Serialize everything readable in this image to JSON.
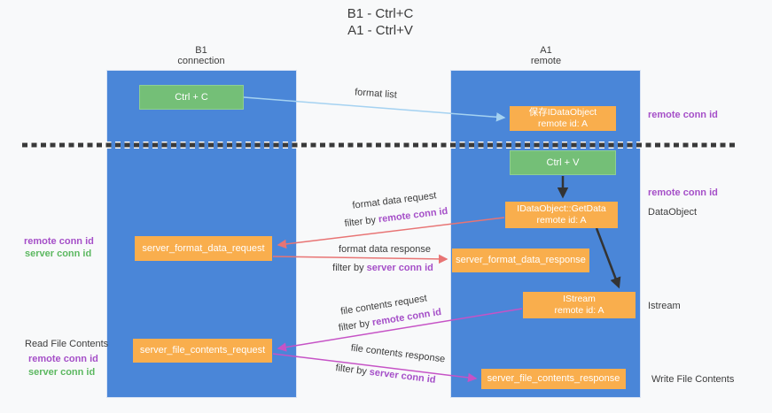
{
  "title": {
    "line1": "B1 - Ctrl+C",
    "line2": "A1 - Ctrl+V"
  },
  "lanes": {
    "left": {
      "name": "B1",
      "subtitle": "connection"
    },
    "right": {
      "name": "A1",
      "subtitle": "remote"
    }
  },
  "nodes": {
    "ctrl_c": {
      "label": "Ctrl + C"
    },
    "save_idataobject": {
      "line1": "保存IDataObject",
      "line2": "remote id: A"
    },
    "ctrl_v": {
      "label": "Ctrl + V"
    },
    "getdata": {
      "line1": "IDataObject::GetData",
      "line2": "remote id: A"
    },
    "format_request": {
      "label": "server_format_data_request"
    },
    "format_response": {
      "label": "server_format_data_response"
    },
    "istream": {
      "line1": "IStream",
      "line2": "remote id: A"
    },
    "file_request": {
      "label": "server_file_contents_request"
    },
    "file_response": {
      "label": "server_file_contents_response"
    }
  },
  "arrow_labels": {
    "format_list": "format list",
    "format_data_request": "format data request",
    "format_data_response": "format data response",
    "file_contents_request": "file contents request",
    "file_contents_response": "file contents response",
    "filter_by": "filter by ",
    "remote_conn_id": "remote conn id",
    "server_conn_id": "server conn id"
  },
  "side_labels": {
    "remote_conn_id_top_right": "remote conn id",
    "remote_conn_id_mid_right": "remote conn id",
    "dataobject": "DataObject",
    "istream": "Istream",
    "write_file_contents": "Write File Contents",
    "remote_conn_id_left": "remote conn id",
    "server_conn_id_left": "server conn id",
    "read_file_contents": "Read File Contents",
    "remote_conn_id_bottom_left": "remote conn id",
    "server_conn_id_bottom_left": "server conn id"
  },
  "colors": {
    "lane_blue": "#4a86d8",
    "node_orange": "#f9ae4d",
    "node_green": "#74bf77",
    "arrow_red": "#e87474",
    "arrow_magenta": "#c653c6",
    "arrow_blue": "#a5d2f1",
    "arrow_black": "#333333",
    "text_purple": "#a54fc8",
    "text_green": "#5cb860",
    "separator_dark": "#3a3a3a"
  }
}
